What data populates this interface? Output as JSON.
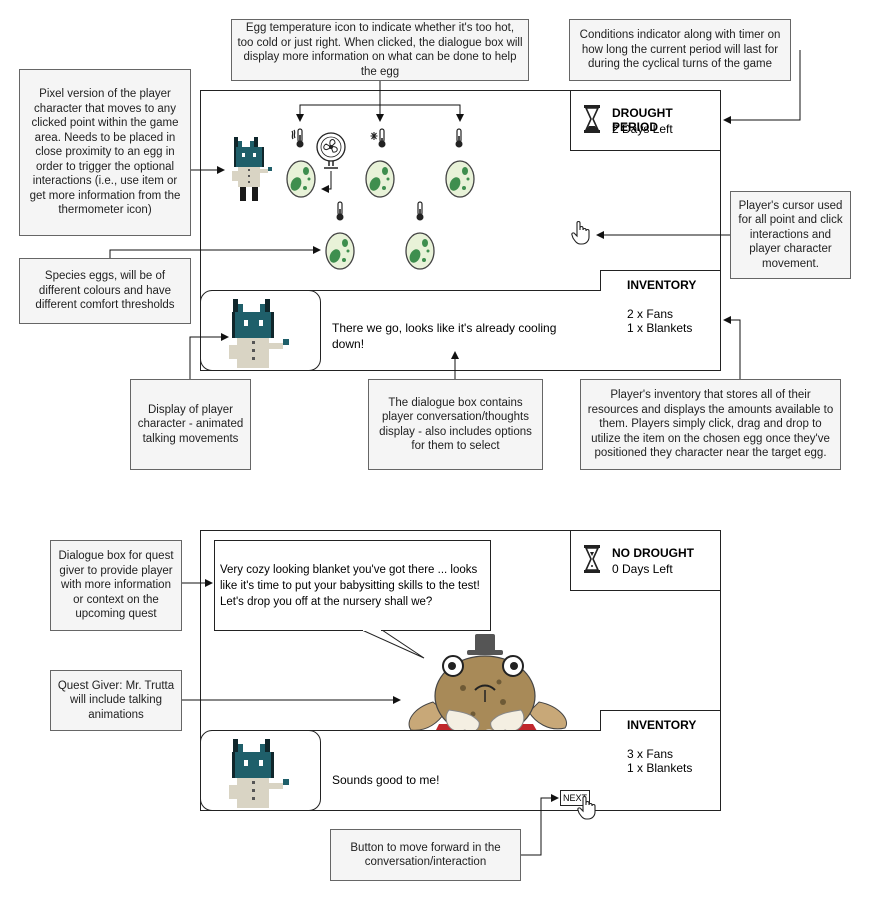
{
  "annotations": {
    "egg_temperature": "Egg temperature icon to indicate whether it's too hot, too cold or just right. When clicked, the dialogue box will display more information on what can be done to help the egg",
    "conditions": "Conditions indicator along with timer on how long the current period will last for during the cyclical turns of the game",
    "player_pixel": "Pixel version of the player character that moves to any clicked point within the game area. Needs to be placed in close proximity to an egg in order to trigger the optional interactions (i.e., use item or get more information from the thermometer icon)",
    "cursor": "Player's cursor used for all point and click interactions and player character movement.",
    "species_eggs": "Species eggs, will be of different colours and have different comfort thresholds",
    "display_player": "Display of player character - animated talking movements",
    "dialogue_box": "The dialogue box contains player conversation/thoughts display - also includes options for them to select",
    "inventory": "Player's inventory that stores all of their resources and displays the amounts available to them. Players simply click, drag and drop to utilize the item on the chosen egg once they've positioned they character near the target egg.",
    "quest_dialogue": "Dialogue box for quest giver to provide player with more information or context on the upcoming quest",
    "quest_giver": "Quest Giver: Mr. Trutta will include talking animations",
    "next_button": "Button to move forward in the conversation/interaction"
  },
  "screen1": {
    "condition_title": "DROUGHT PERIOD",
    "condition_timer": "2 Days Left",
    "inventory_title": "INVENTORY",
    "inventory_items": [
      "2 x Fans",
      "1 x Blankets"
    ],
    "dialogue": "There we go, looks like it's already cooling down!"
  },
  "screen2": {
    "condition_title": "NO DROUGHT",
    "condition_timer": "0 Days Left",
    "inventory_title": "INVENTORY",
    "inventory_items": [
      "3 x Fans",
      "1 x Blankets"
    ],
    "quest_speech": "Very cozy looking blanket you've got there ... looks like it's time to put your babysitting skills to the test! Let's drop you off at the nursery shall we?",
    "dialogue": "Sounds good to me!",
    "next_label": "NEXT"
  },
  "colors": {
    "egg_shell": "#e8f2d8",
    "egg_spot": "#3e8e4e",
    "player_teal": "#1f5f6a",
    "player_dark": "#10262b",
    "player_coat": "#d9d4c4",
    "frog_body": "#a88a58",
    "frog_coat": "#c1272d",
    "hat": "#555555"
  }
}
